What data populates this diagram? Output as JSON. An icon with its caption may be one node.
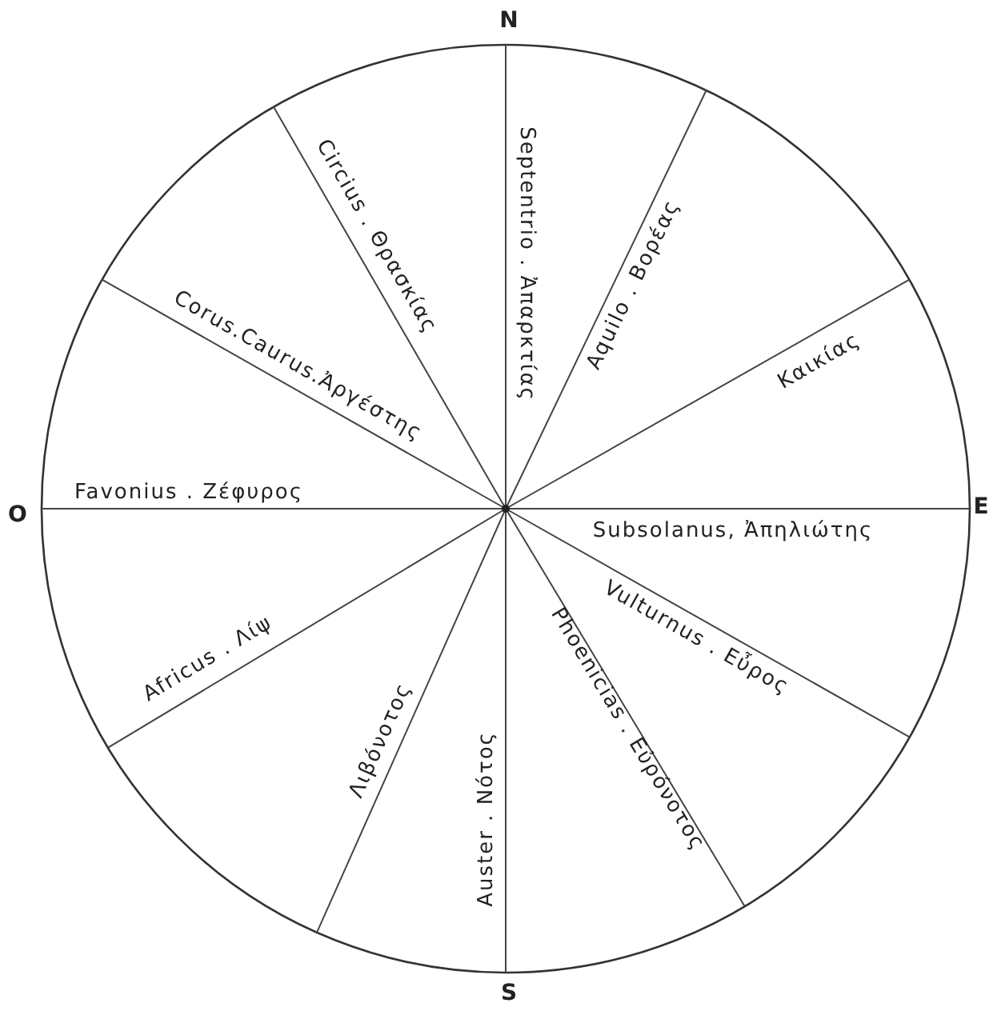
{
  "diagram": {
    "labels": [
      "N",
      "O",
      "E",
      "S",
      "Septentrio . Ἀπαρκτίας",
      "Aquilo . Βορέας",
      "Καικίας",
      "Subsolanus, Ἀπηλιώτης",
      "Vulturnus . Εὖρος",
      "Phoenicias . Εὐρόνοτος",
      "Auster . Νότος",
      "Λιβόνοτος",
      "Africus . Λίψ",
      "Favonius . Ζέφυρος",
      "Corus.Caurus.Ἀργέστης",
      "Circius . Θρασκίας"
    ]
  }
}
